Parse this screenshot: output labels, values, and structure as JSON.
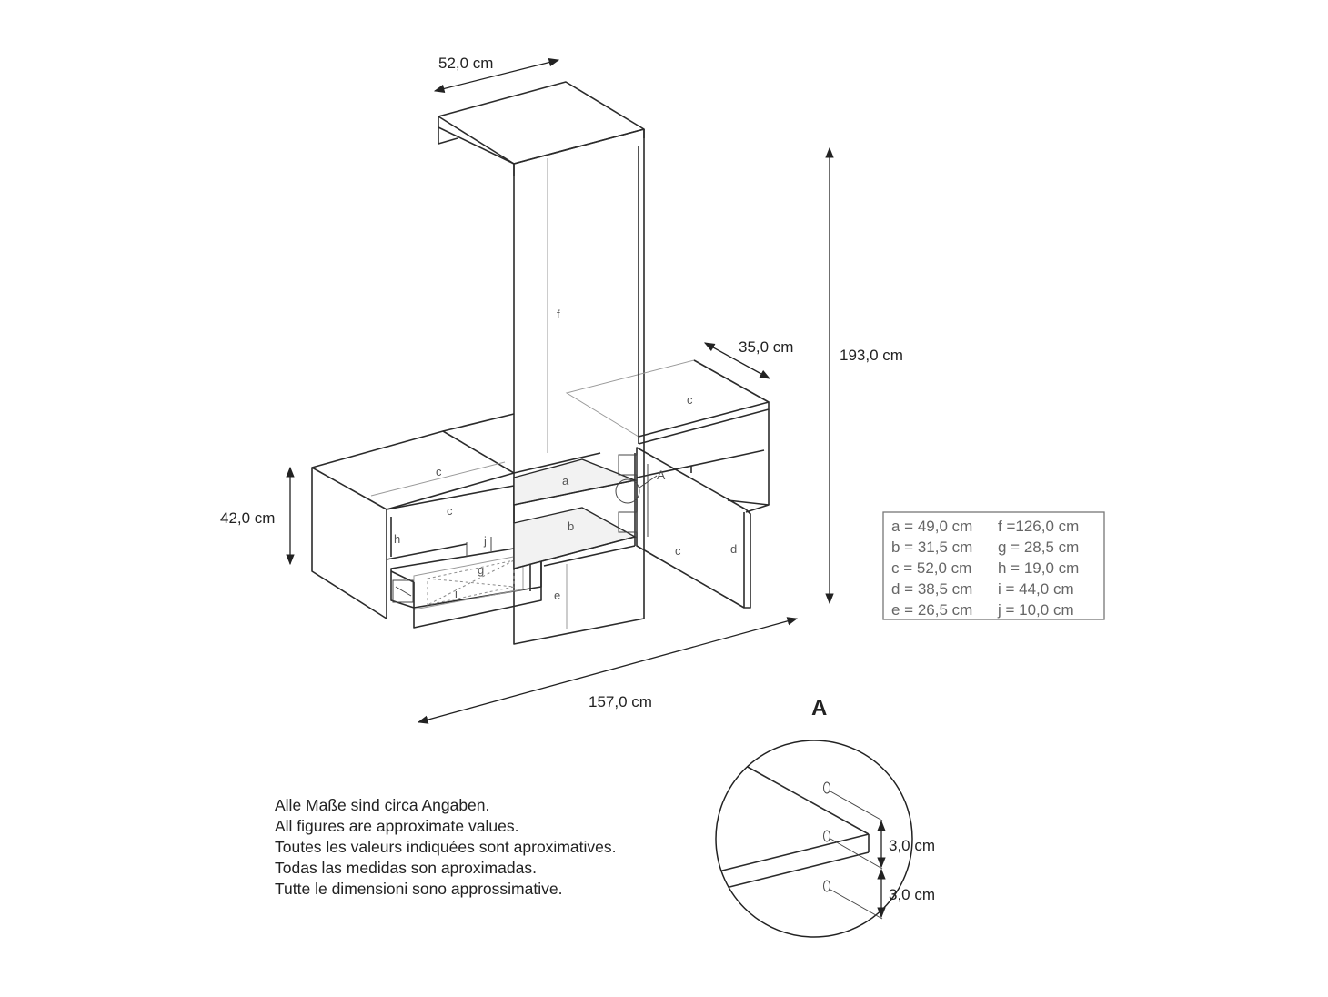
{
  "dimensions": {
    "width_top": "52,0 cm",
    "depth": "35,0 cm",
    "height_total": "193,0 cm",
    "height_lower": "42,0 cm",
    "width_total": "157,0 cm"
  },
  "part_labels": {
    "a": "a",
    "b": "b",
    "c": "c",
    "d": "d",
    "e": "e",
    "f": "f",
    "g": "g",
    "h": "h",
    "i": "i",
    "j": "j"
  },
  "detail": {
    "marker": "A",
    "title": "A",
    "gap_upper": "3,0 cm",
    "gap_lower": "3,0 cm"
  },
  "legend": {
    "rows": [
      [
        "a =  49,0 cm",
        "f  =126,0 cm"
      ],
      [
        "b =  31,5 cm",
        "g =  28,5 cm"
      ],
      [
        "c =  52,0 cm",
        "h =  19,0 cm"
      ],
      [
        "d =  38,5 cm",
        "i  =  44,0 cm"
      ],
      [
        "e =  26,5 cm",
        "j  =  10,0 cm"
      ]
    ]
  },
  "notes": [
    "Alle Maße sind circa Angaben.",
    "All figures are approximate values.",
    "Toutes les valeurs indiquées sont aproximatives.",
    "Todas las medidas son aproximadas.",
    "Tutte le dimensioni sono approssimative."
  ]
}
